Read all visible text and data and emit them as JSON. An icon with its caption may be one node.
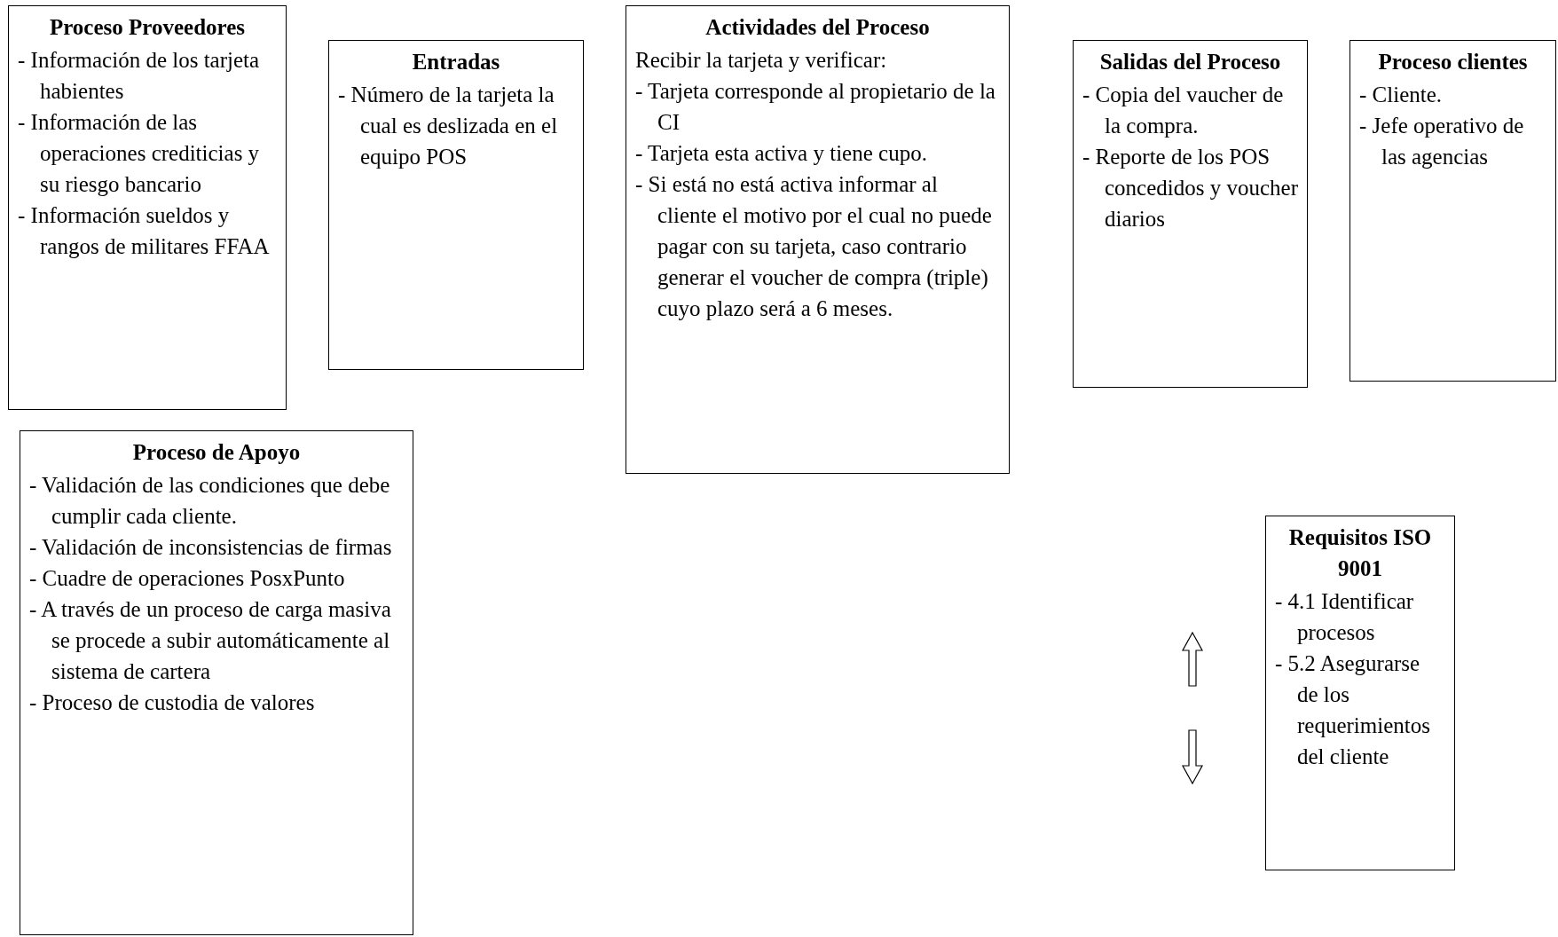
{
  "diagram": {
    "nodes": [
      {
        "text": [
          "Proceso Proveedores",
          "- Información de los tarjeta habientes",
          "- Información de las operaciones crediticias y su riesgo bancario",
          "- Información sueldos y rangos de militares FFAA"
        ]
      },
      {
        "text": [
          "Entradas",
          "- Número de la tarjeta la cual es deslizada en el equipo POS"
        ]
      },
      {
        "text": [
          "Actividades del Proceso",
          "Recibir la tarjeta y verificar:",
          "- Tarjeta corresponde al propietario de la CI",
          "- Tarjeta esta activa y tiene cupo.",
          "- Si está no está activa informar al cliente el motivo por el cual no puede pagar con su tarjeta, caso contrario generar el voucher de compra (triple) cuyo plazo será a 6 meses."
        ]
      },
      {
        "text": [
          "Salidas del Proceso",
          "- Copia del vaucher de la compra.",
          "- Reporte de los POS concedidos y voucher diarios"
        ]
      },
      {
        "text": [
          "Proceso clientes",
          "- Cliente.",
          "- Jefe operativo de las agencias"
        ]
      },
      {
        "text": [
          "Proceso de Apoyo",
          "- Validación de las condiciones que debe cumplir cada cliente.",
          "- Validación de inconsistencias de firmas",
          "- Cuadre de operaciones PosxPunto",
          "- A través de un proceso de carga masiva se procede a subir automáticamente al sistema de cartera",
          "- Proceso de custodia de valores"
        ]
      },
      {
        "text": [
          "Requisitos ISO 9001",
          "- 4.1 Identificar procesos",
          "- 5.2 Asegurarse de los requerimientos del cliente"
        ]
      }
    ]
  }
}
